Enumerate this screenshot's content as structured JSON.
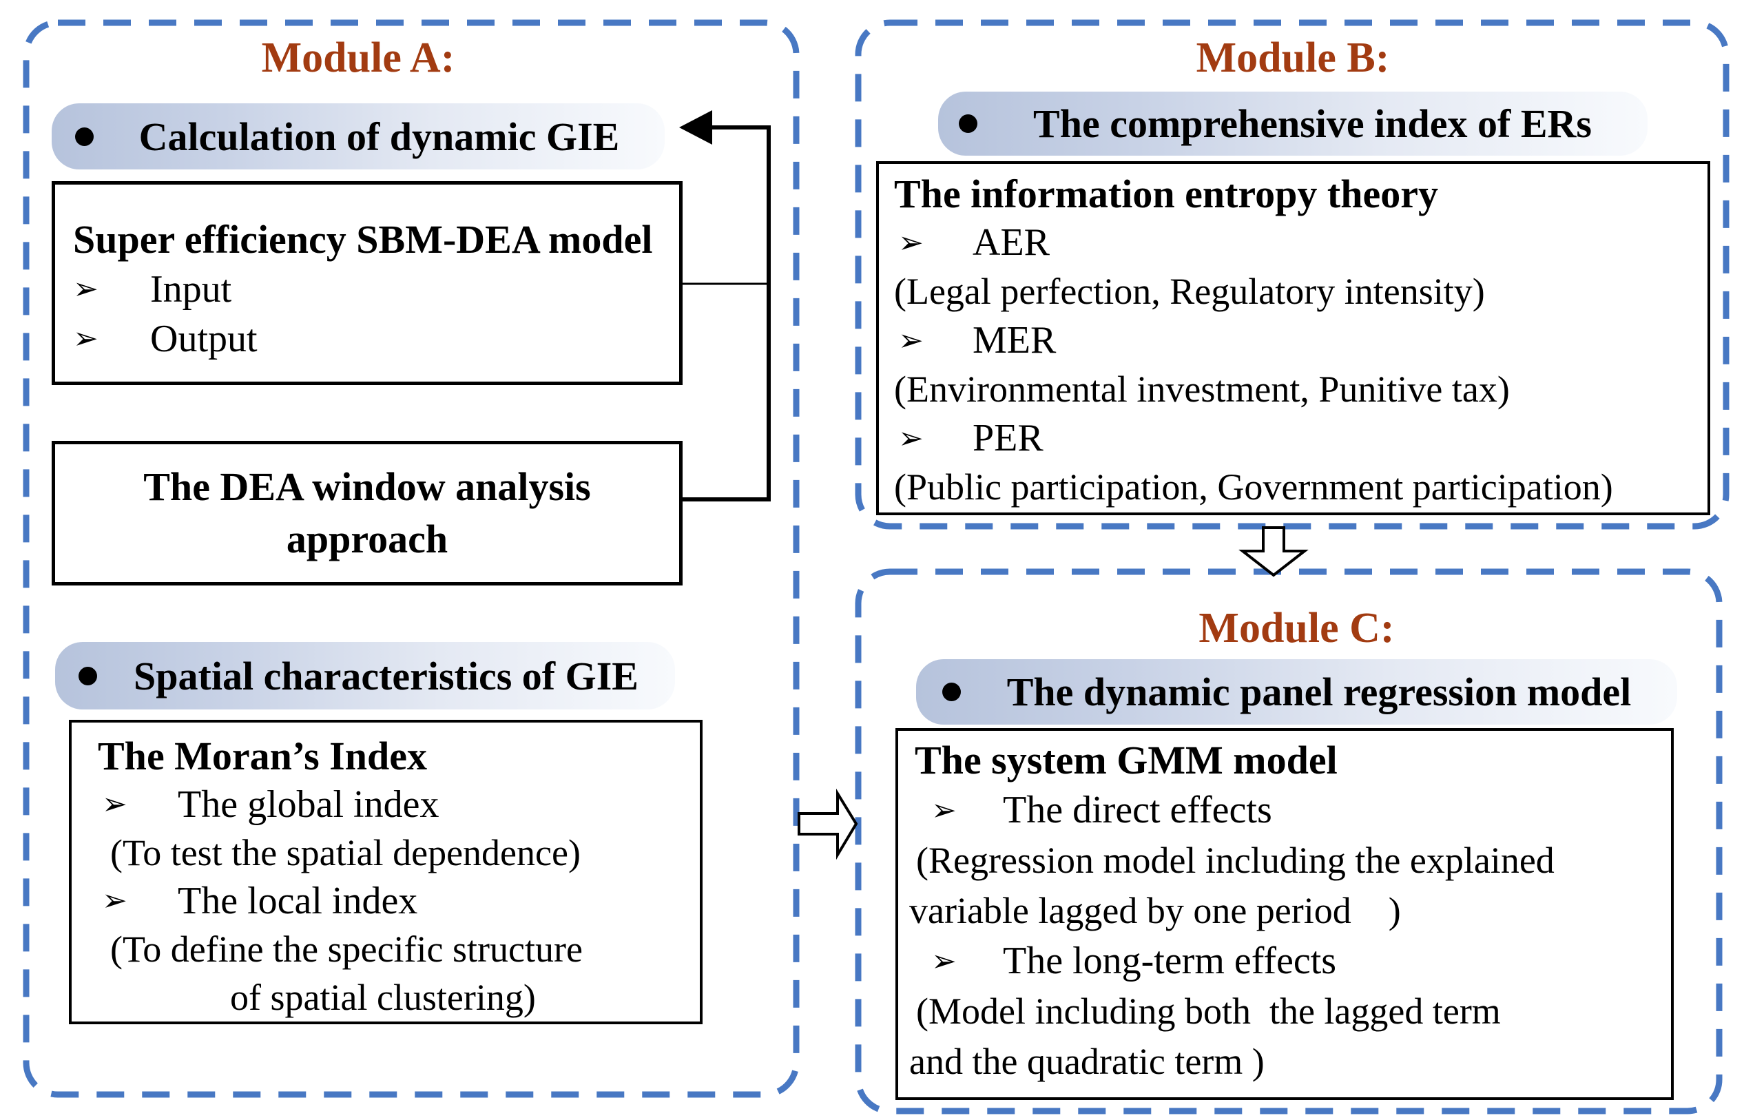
{
  "colors": {
    "accent_blue": "#4878C3",
    "module_title_red": "#A23B11",
    "capsule_gradient_start": "#B6C3DC",
    "capsule_gradient_end": "#F8FAFD",
    "line_black": "#000000"
  },
  "glyphs": {
    "list_marker": "➢",
    "capsule_bullet": "filled-circle"
  },
  "module_a": {
    "title": "Module A:",
    "header1": {
      "label": "Calculation of dynamic GIE"
    },
    "box1": {
      "title": "Super efficiency SBM-DEA model",
      "items": [
        "Input",
        "Output"
      ]
    },
    "box2": {
      "line1": "The DEA window analysis",
      "line2": "approach"
    },
    "header2": {
      "label": "Spatial characteristics of GIE"
    },
    "box3": {
      "title": "The Moran’s Index",
      "item1": "The global index",
      "note1": "(To test the spatial dependence)",
      "item2": "The local index",
      "note2": "(To define the specific structure",
      "note3": "of spatial clustering)"
    }
  },
  "module_b": {
    "title": "Module B:",
    "header": {
      "label": "The comprehensive index of ERs"
    },
    "box": {
      "title": "The information entropy theory",
      "item1": "AER",
      "note1": "(Legal perfection, Regulatory intensity)",
      "item2": "MER",
      "note2": "(Environmental investment, Punitive tax)",
      "item3": "PER",
      "note3": "(Public participation, Government participation)"
    }
  },
  "module_c": {
    "title": "Module C:",
    "header": {
      "label": "The dynamic panel regression model"
    },
    "box": {
      "title": "The system GMM model",
      "item1": "The direct effects",
      "note1": "(Regression model including the explained",
      "note2": "variable lagged by one period    )",
      "item2": "The long-term effects",
      "note3": "(Model including both  the lagged term",
      "note4": "and the quadratic term )"
    }
  }
}
